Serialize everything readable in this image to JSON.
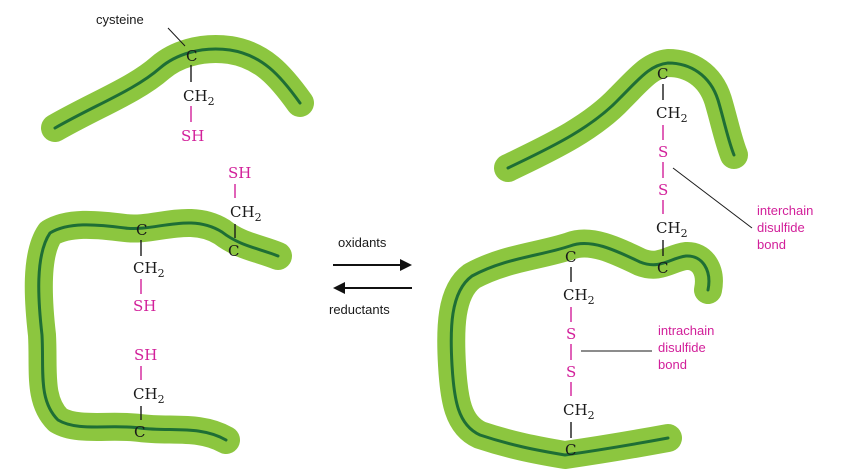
{
  "colors": {
    "chain_outer": "#8cc63f",
    "chain_inner": "#1e6e35",
    "sulfur": "#d2209a",
    "text": "#1a1a1a",
    "arrow": "#111111"
  },
  "atoms": {
    "carbon": "C",
    "ch2_main": "CH",
    "ch2_sub": "2",
    "sh": "SH",
    "sulfur": "S"
  },
  "labels": {
    "cysteine": "cysteine",
    "oxidants": "oxidants",
    "reductants": "reductants",
    "interchain": [
      "interchain",
      "disulfide",
      "bond"
    ],
    "intrachain": [
      "intrachain",
      "disulfide",
      "bond"
    ]
  }
}
